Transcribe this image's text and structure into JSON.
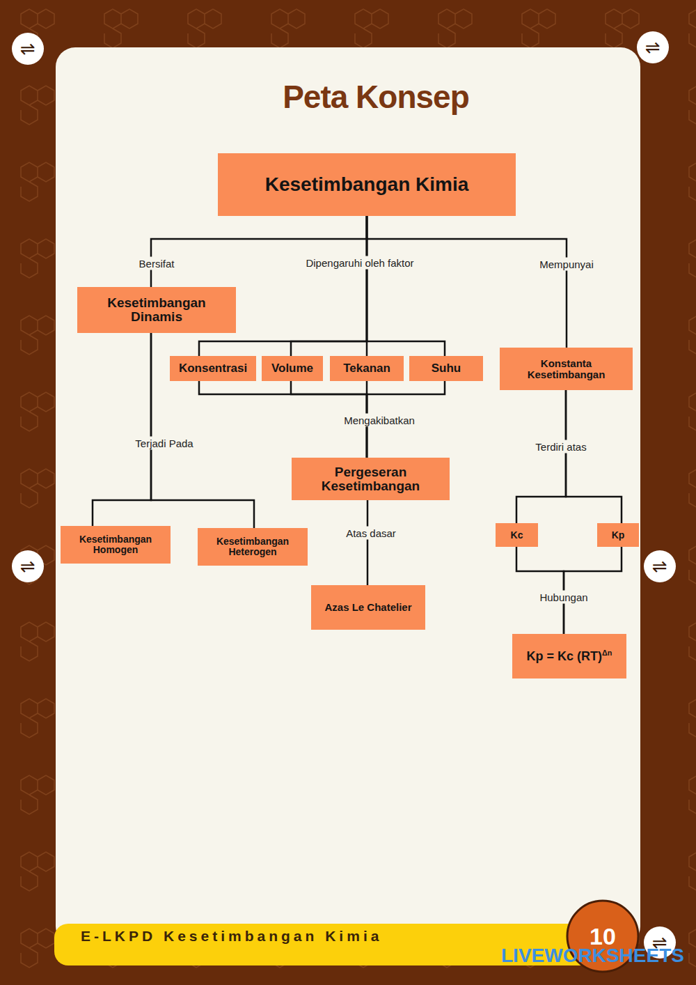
{
  "diagram": {
    "title": "Peta Konsep",
    "nodes": [
      {
        "text": [
          "Kesetimbangan Kimia"
        ]
      },
      {
        "text": [
          "Kesetimbangan Dinamis"
        ]
      },
      {
        "text": [
          "Konsentrasi"
        ]
      },
      {
        "text": [
          "Volume"
        ]
      },
      {
        "text": [
          "Tekanan"
        ]
      },
      {
        "text": [
          "Suhu"
        ]
      },
      {
        "text": [
          "Konstanta Kesetimbangan"
        ]
      },
      {
        "text": [
          "Pergeseran Kesetimbangan"
        ]
      },
      {
        "text": [
          "Kesetimbangan Homogen"
        ]
      },
      {
        "text": [
          "Kesetimbangan Heterogen"
        ]
      },
      {
        "text": [
          "Azas Le Chatelier"
        ]
      },
      {
        "text": [
          "Kc"
        ]
      },
      {
        "text": [
          "Kp"
        ]
      },
      {
        "text": [
          "Kp = Kc (RT)",
          "Δn"
        ]
      }
    ],
    "edges": [
      {
        "from": 0,
        "to": 1,
        "label": "Bersifat",
        "arrow": "none"
      },
      {
        "from": 0,
        "to": 2,
        "arrow": "none"
      },
      {
        "from": 0,
        "to": 3,
        "arrow": "none"
      },
      {
        "from": 0,
        "to": 4,
        "label": "Dipengaruhi oleh faktor",
        "arrow": "none"
      },
      {
        "from": 0,
        "to": 5,
        "arrow": "none"
      },
      {
        "from": 0,
        "to": 6,
        "label": "Mempunyai",
        "arrow": "none"
      },
      {
        "from": 1,
        "to": 8,
        "label": "Terjadi Pada",
        "arrow": "none"
      },
      {
        "from": 1,
        "to": 9,
        "arrow": "none"
      },
      {
        "from": 2,
        "to": 7,
        "arrow": "none"
      },
      {
        "from": 3,
        "to": 7,
        "arrow": "none"
      },
      {
        "from": 4,
        "to": 7,
        "label": "Mengakibatkan",
        "arrow": "none"
      },
      {
        "from": 5,
        "to": 7,
        "arrow": "none"
      },
      {
        "from": 7,
        "to": 10,
        "label": "Atas dasar",
        "arrow": "none"
      },
      {
        "from": 6,
        "to": 11,
        "label": "Terdiri atas",
        "arrow": "none"
      },
      {
        "from": 6,
        "to": 12,
        "arrow": "none"
      },
      {
        "from": 11,
        "to": 13,
        "label": "Hubungan",
        "arrow": "none"
      },
      {
        "from": 12,
        "to": 13,
        "arrow": "none"
      }
    ],
    "labels": [
      "⇌",
      "⇌",
      "⇌",
      "⇌",
      "⇌",
      "E-LKPD Kesetimbangan Kimia",
      "10",
      "LIVEWORKSHEETS"
    ]
  }
}
